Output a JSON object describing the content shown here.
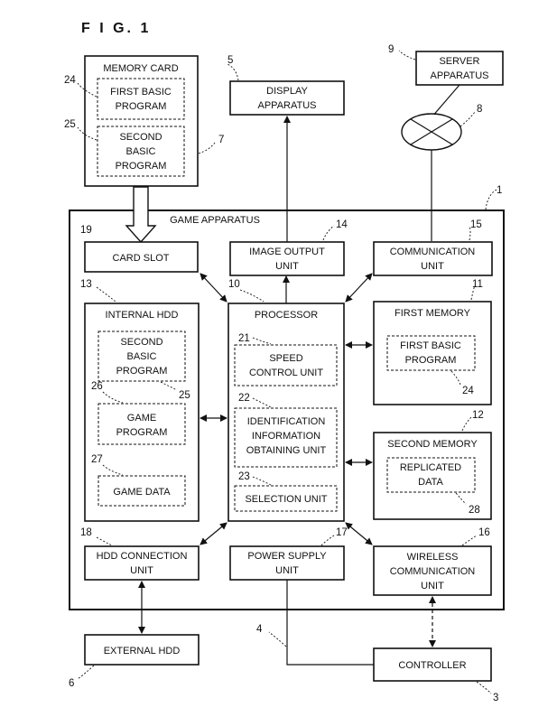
{
  "figure_label": "F I G. 1",
  "game_apparatus": {
    "label": "GAME APPARATUS",
    "ref": "1"
  },
  "memory_card": {
    "title": "MEMORY CARD",
    "ref": "7",
    "first_basic": {
      "line1": "FIRST BASIC",
      "line2": "PROGRAM",
      "ref": "24"
    },
    "second_basic": {
      "line1": "SECOND",
      "line2": "BASIC",
      "line3": "PROGRAM",
      "ref": "25"
    }
  },
  "display": {
    "line1": "DISPLAY",
    "line2": "APPARATUS",
    "ref": "5"
  },
  "server": {
    "line1": "SERVER",
    "line2": "APPARATUS",
    "ref": "9"
  },
  "network_ref": "8",
  "card_slot": {
    "label": "CARD SLOT",
    "ref": "19"
  },
  "image_output": {
    "line1": "IMAGE OUTPUT",
    "line2": "UNIT",
    "ref": "14"
  },
  "communication": {
    "line1": "COMMUNICATION",
    "line2": "UNIT",
    "ref": "15"
  },
  "internal_hdd": {
    "title": "INTERNAL HDD",
    "ref": "13",
    "second_basic": {
      "line1": "SECOND",
      "line2": "BASIC",
      "line3": "PROGRAM",
      "ref": "25"
    },
    "game_program": {
      "line1": "GAME",
      "line2": "PROGRAM",
      "ref": "26"
    },
    "game_data": {
      "label": "GAME DATA",
      "ref": "27"
    }
  },
  "processor": {
    "title": "PROCESSOR",
    "ref": "10",
    "speed": {
      "line1": "SPEED",
      "line2": "CONTROL UNIT",
      "ref": "21"
    },
    "ident": {
      "line1": "IDENTIFICATION",
      "line2": "INFORMATION",
      "line3": "OBTAINING UNIT",
      "ref": "22"
    },
    "selection": {
      "label": "SELECTION UNIT",
      "ref": "23"
    }
  },
  "first_memory": {
    "title": "FIRST MEMORY",
    "ref": "11",
    "first_basic": {
      "line1": "FIRST BASIC",
      "line2": "PROGRAM",
      "ref": "24"
    }
  },
  "second_memory": {
    "title": "SECOND MEMORY",
    "ref": "12",
    "replicated": {
      "line1": "REPLICATED",
      "line2": "DATA",
      "ref": "28"
    }
  },
  "hdd_connection": {
    "line1": "HDD CONNECTION",
    "line2": "UNIT",
    "ref": "18"
  },
  "power_supply": {
    "line1": "POWER SUPPLY",
    "line2": "UNIT",
    "ref": "17"
  },
  "wireless": {
    "line1": "WIRELESS",
    "line2": "COMMUNICATION",
    "line3": "UNIT",
    "ref": "16"
  },
  "external_hdd": {
    "label": "EXTERNAL HDD",
    "ref": "6"
  },
  "controller": {
    "label": "CONTROLLER",
    "ref": "3"
  },
  "power_line_ref": "4"
}
